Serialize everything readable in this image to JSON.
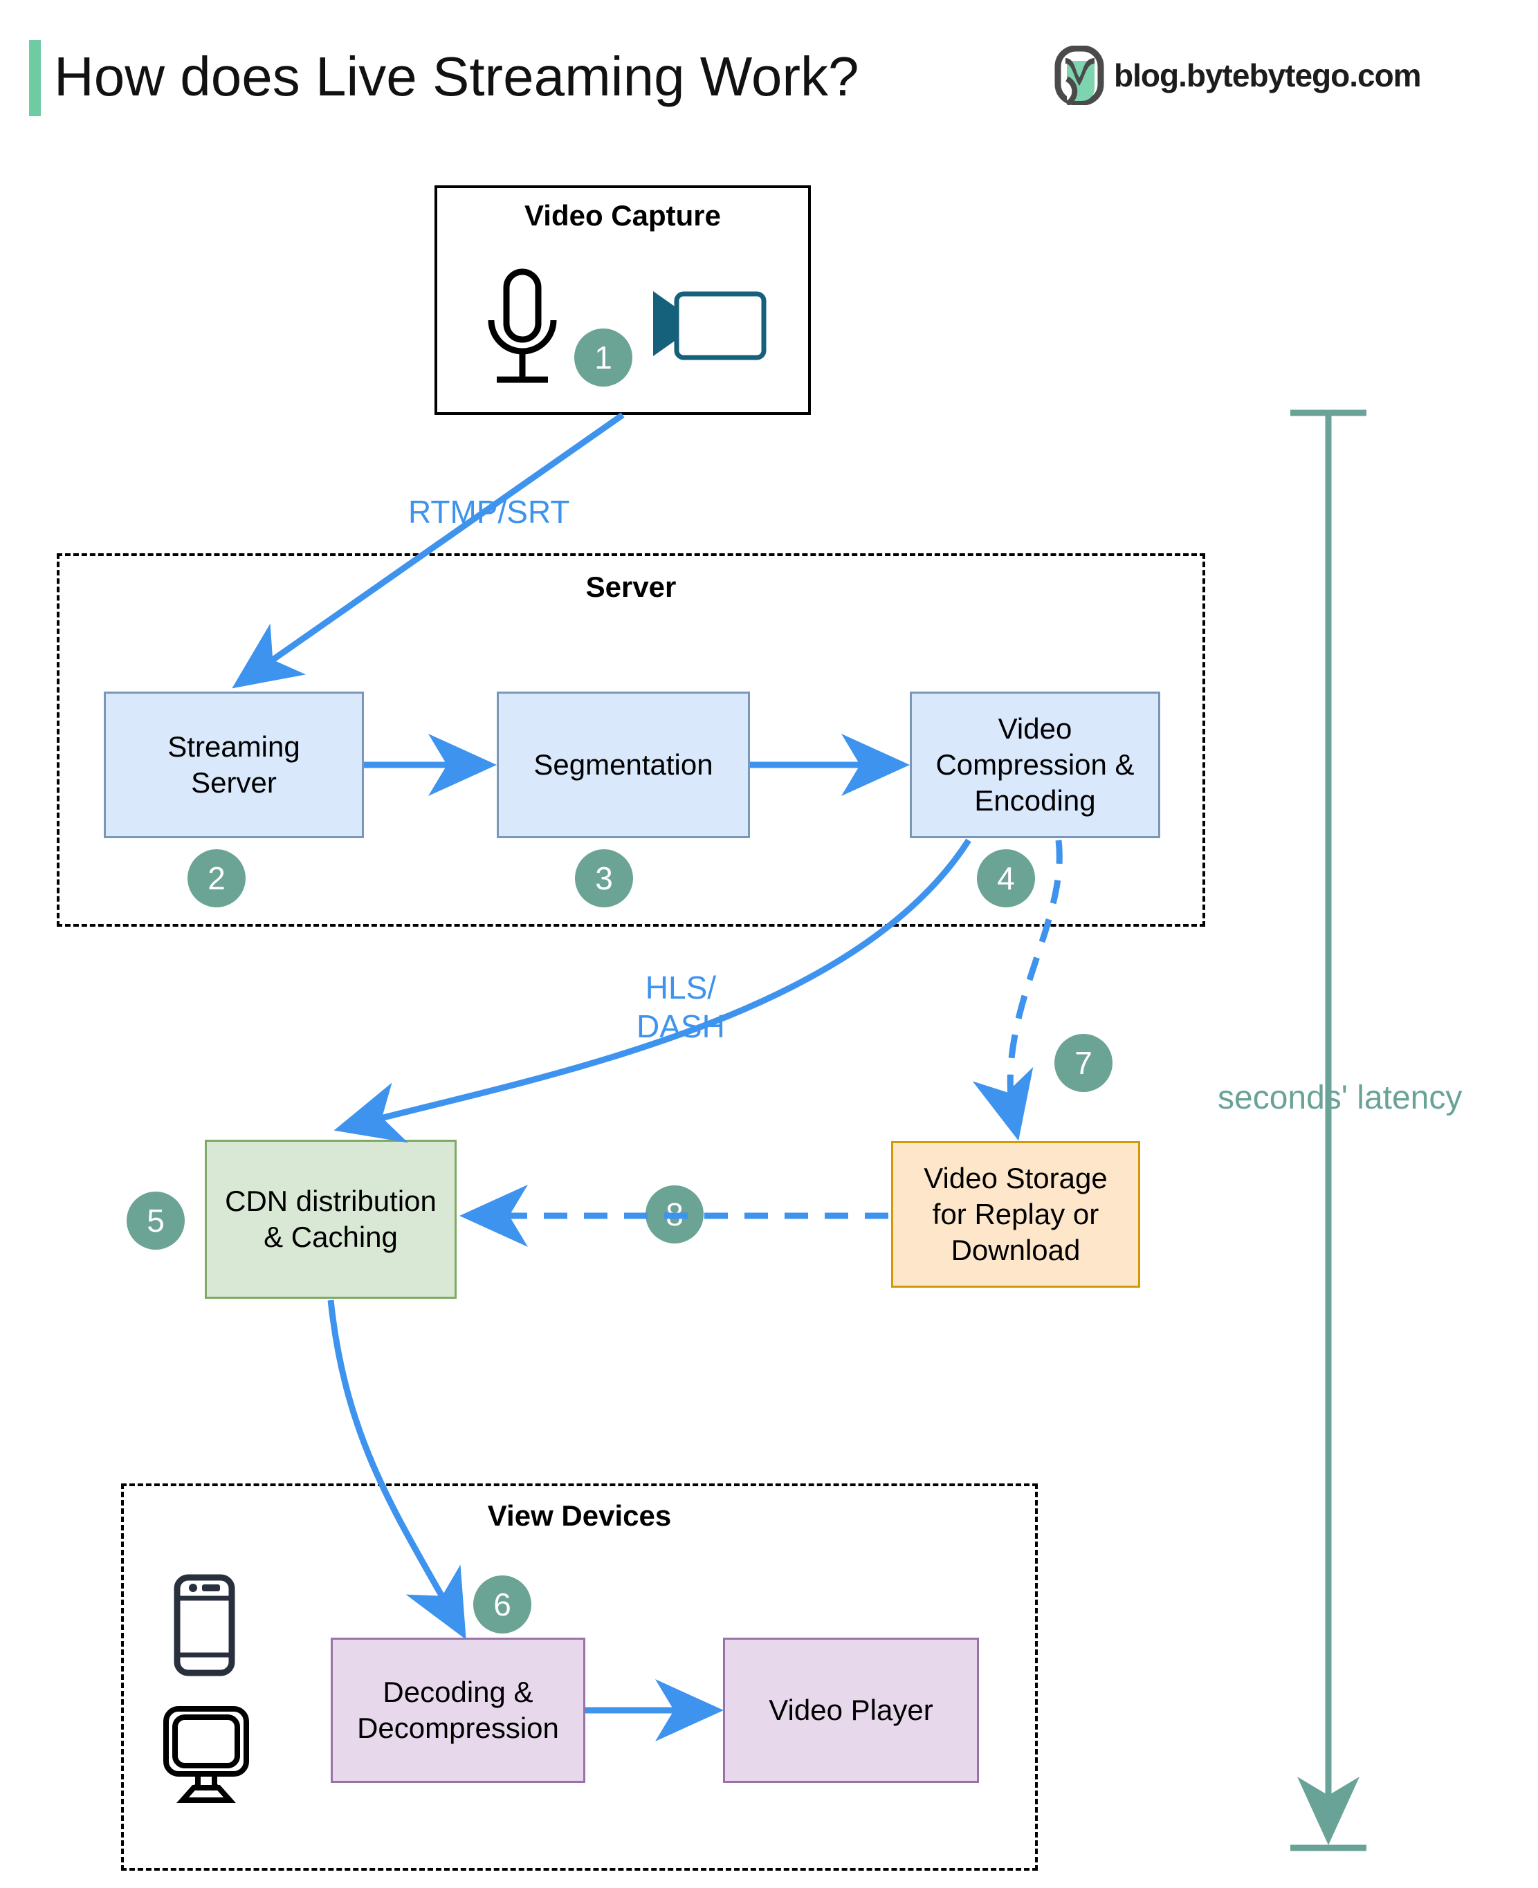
{
  "header": {
    "title": "How does Live Streaming Work?",
    "brand_text": "blog.bytebytego.com",
    "logo_icon": "bytebytego-logo-icon",
    "accent_color": "#6ecba4"
  },
  "groups": {
    "video_capture": {
      "title": "Video Capture",
      "style": "solid"
    },
    "server": {
      "title": "Server",
      "style": "dashed"
    },
    "view_devices": {
      "title": "View Devices",
      "style": "dashed"
    }
  },
  "nodes": {
    "streaming_server": {
      "label": "Streaming\nServer",
      "color": "blue",
      "fill": "#dae8fc",
      "border": "#7a96b8"
    },
    "segmentation": {
      "label": "Segmentation",
      "color": "blue",
      "fill": "#dae8fc",
      "border": "#7a96b8"
    },
    "video_compression": {
      "label": "Video\nCompression &\nEncoding",
      "color": "blue",
      "fill": "#dae8fc",
      "border": "#7a96b8"
    },
    "cdn": {
      "label": "CDN distribution\n& Caching",
      "color": "green",
      "fill": "#d9e8d5",
      "border": "#7fa964"
    },
    "video_storage": {
      "label": "Video Storage\nfor Replay or\nDownload",
      "color": "orange",
      "fill": "#fde6ca",
      "border": "#d49a05"
    },
    "decoding": {
      "label": "Decoding &\nDecompression",
      "color": "purple",
      "fill": "#e7d8ec",
      "border": "#9a72a8"
    },
    "video_player": {
      "label": "Video Player",
      "color": "purple",
      "fill": "#e7d8ec",
      "border": "#9a72a8"
    }
  },
  "badges": {
    "b1": "1",
    "b2": "2",
    "b3": "3",
    "b4": "4",
    "b5": "5",
    "b6": "6",
    "b7": "7",
    "b8": "8",
    "color": "#6ba394"
  },
  "edge_labels": {
    "rtmp_srt": "RTMP/SRT",
    "hls_dash": "HLS/\nDASH",
    "color": "#3d93ed"
  },
  "latency": {
    "label": "seconds' latency",
    "color": "#69a296"
  },
  "icons": {
    "microphone": "microphone-icon",
    "camcorder": "camcorder-icon",
    "smartphone": "smartphone-icon",
    "monitor": "monitor-icon"
  },
  "colors": {
    "arrow_blue": "#3d93ed",
    "latency_green": "#69a296",
    "badge_green": "#6ba394",
    "camcorder_teal": "#15607a",
    "phone_navy": "#28303d"
  }
}
